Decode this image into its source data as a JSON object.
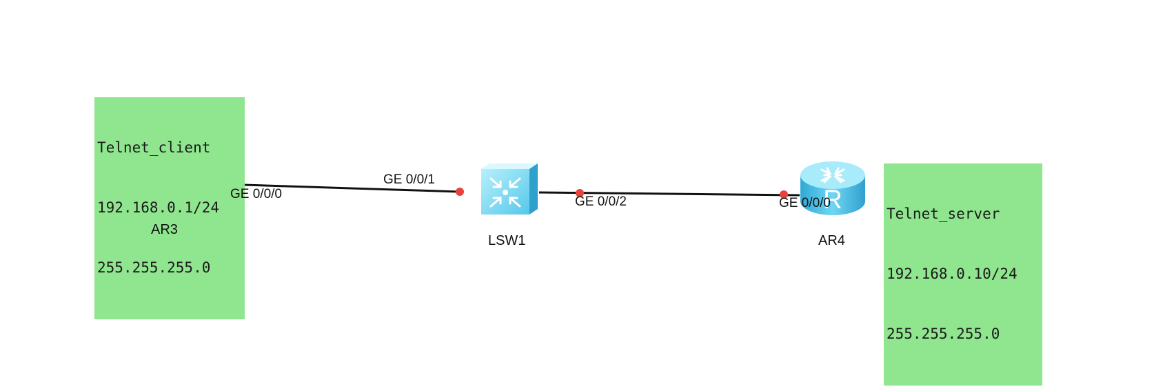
{
  "diagram": {
    "devices": [
      {
        "id": "ar3",
        "name": "AR3",
        "type": "router-icon"
      },
      {
        "id": "lsw1",
        "name": "LSW1",
        "type": "switch-icon"
      },
      {
        "id": "ar4",
        "name": "AR4",
        "type": "router-icon"
      }
    ],
    "links": [
      {
        "from": "AR3",
        "from_port": "GE 0/0/0",
        "to": "LSW1",
        "to_port": "GE 0/0/1"
      },
      {
        "from": "LSW1",
        "from_port": "GE 0/0/2",
        "to": "AR4",
        "to_port": "GE 0/0/0"
      }
    ],
    "notes": {
      "client": [
        "Telnet_client",
        "192.168.0.1/24",
        "255.255.255.0"
      ],
      "server": [
        "Telnet_server",
        "192.168.0.10/24",
        "255.255.255.0"
      ]
    },
    "colors": {
      "note_bg": "#8fe68f",
      "port_dot": "#e8433a",
      "device_blue": "#4fc3e8",
      "link": "#111111"
    }
  }
}
